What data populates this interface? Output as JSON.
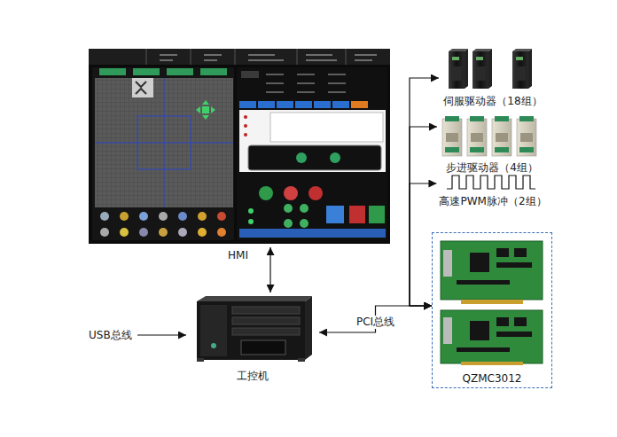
{
  "diagram": {
    "nodes": [
      {
        "text": [
          "伺服驱动器（18组）"
        ]
      },
      {
        "text": [
          "步进驱动器（4组）"
        ]
      },
      {
        "text": [
          "高速PWM脉冲（2组）"
        ]
      },
      {
        "text": [
          "QZMC3012"
        ]
      },
      {
        "text": [
          "工控机"
        ]
      }
    ],
    "edges": [
      {
        "from": 4,
        "to": 3,
        "label": "PCI总线",
        "arrow": "both"
      },
      {
        "from": 3,
        "to": 0,
        "arrow": "both"
      },
      {
        "from": 3,
        "to": 1,
        "arrow": "both"
      },
      {
        "from": 3,
        "to": 2,
        "arrow": "both"
      }
    ],
    "labels": [
      "HMI",
      "USB总线"
    ]
  }
}
